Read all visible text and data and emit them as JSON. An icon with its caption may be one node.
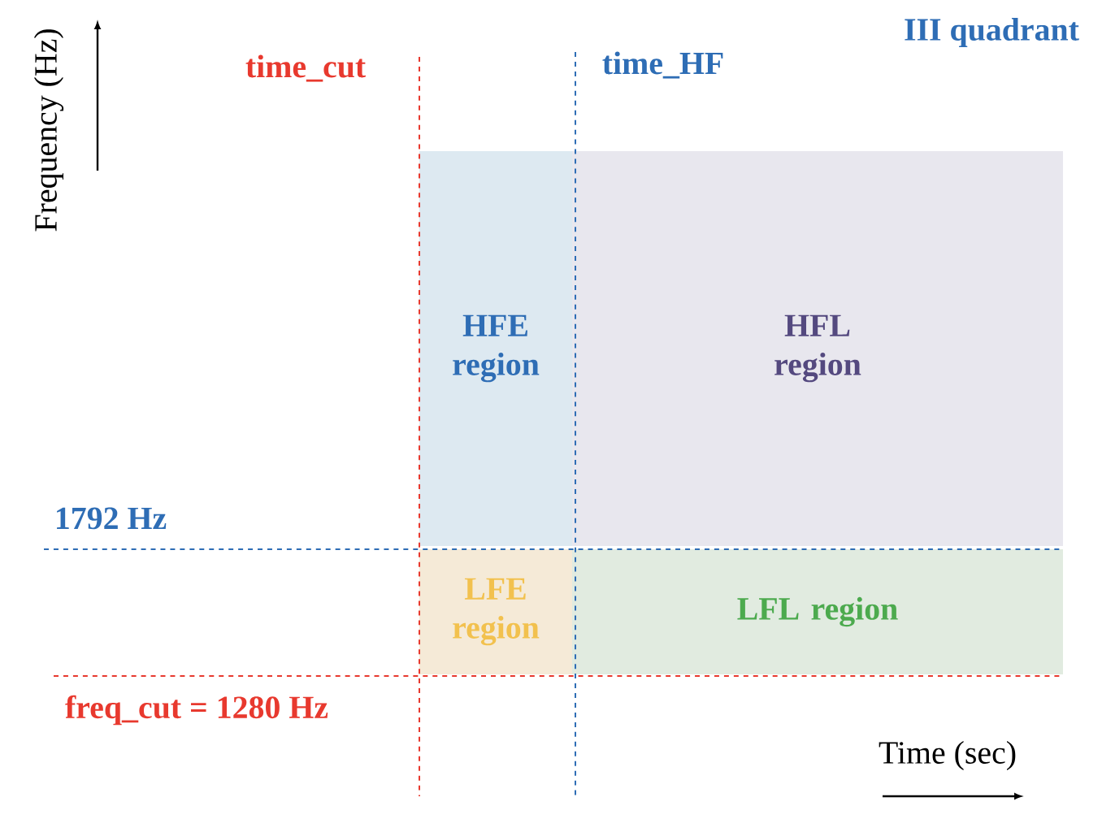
{
  "diagram": {
    "nodes": [
      {
        "text": [
          "HFE region"
        ]
      },
      {
        "text": [
          "HFL region"
        ]
      },
      {
        "text": [
          "LFE region"
        ]
      },
      {
        "text": [
          "LFL region"
        ]
      }
    ],
    "labels": [
      "III quadrant",
      "time_cut",
      "time_HF",
      "Frequency (Hz)",
      "1792 Hz",
      "freq_cut = 1280 Hz",
      "Time (sec)"
    ]
  }
}
